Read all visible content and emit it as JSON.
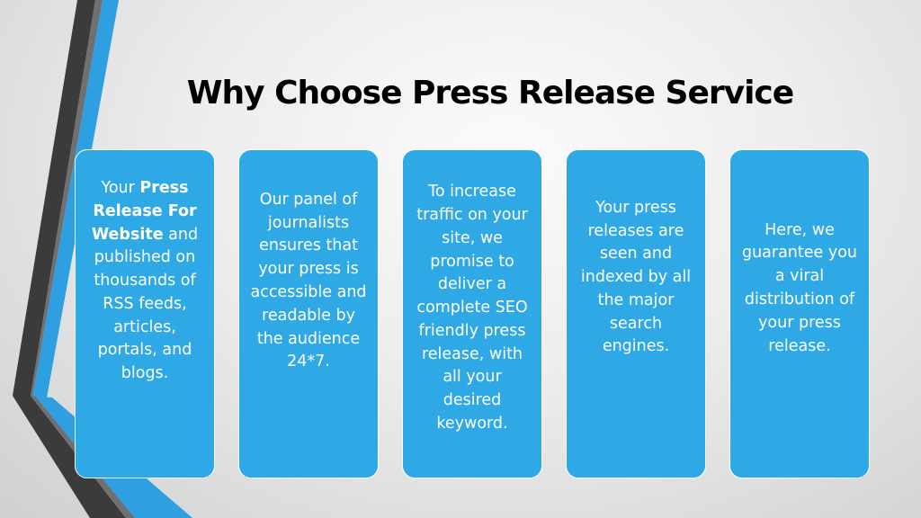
{
  "slide": {
    "title": "Why Choose Press Release Service",
    "colors": {
      "card_fill": "#2fa8e6",
      "card_border": "#ffffff",
      "card_text": "#ffffff",
      "title_text": "#000000",
      "stripe_dark": "#3a3a3a",
      "stripe_blue": "#2e9fe0"
    },
    "cards": [
      {
        "text_before": "Your ",
        "text_bold": "Press Release For Website",
        "text_after": " and published on thousands of RSS feeds, articles, portals, and blogs."
      },
      {
        "text": "Our panel of journalists ensures that your press is accessible and readable by the audience 24*7."
      },
      {
        "text": "To increase traffic on your site, we promise to deliver a complete SEO friendly press release, with all your desired keyword."
      },
      {
        "text": "Your press releases are seen and indexed by all the major search engines."
      },
      {
        "text": "Here, we guarantee you a viral distribution of your press release."
      }
    ]
  }
}
